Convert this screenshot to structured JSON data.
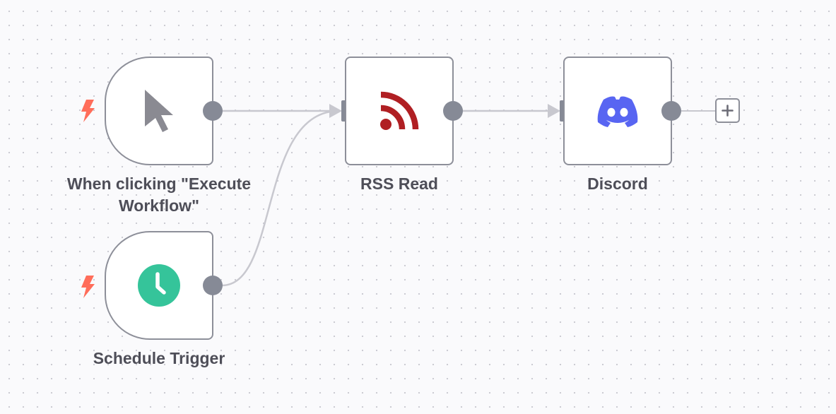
{
  "canvas": {
    "background": "#fafafc",
    "dot_color": "#c9c9d1"
  },
  "nodes": [
    {
      "id": "manual-trigger",
      "label": "When clicking \"Execute Workflow\"",
      "icon": "pointer-cursor-icon",
      "icon_color": "#8a8a92",
      "is_trigger": true
    },
    {
      "id": "schedule-trigger",
      "label": "Schedule Trigger",
      "icon": "clock-icon",
      "icon_color": "#35c49a",
      "is_trigger": true
    },
    {
      "id": "rss-read",
      "label": "RSS Read",
      "icon": "rss-icon",
      "icon_color": "#b01f23",
      "is_trigger": false
    },
    {
      "id": "discord",
      "label": "Discord",
      "icon": "discord-icon",
      "icon_color": "#5865f2",
      "is_trigger": false
    }
  ],
  "connections": [
    {
      "from": "manual-trigger",
      "to": "rss-read"
    },
    {
      "from": "schedule-trigger",
      "to": "rss-read"
    },
    {
      "from": "rss-read",
      "to": "discord"
    }
  ],
  "colors": {
    "node_border": "#8d8f99",
    "handle": "#868a96",
    "edge": "#c8c8cf",
    "trigger_bolt": "#ff6d5a",
    "label_text": "#4e4e58"
  },
  "add_node_button": {
    "icon": "plus-icon"
  }
}
